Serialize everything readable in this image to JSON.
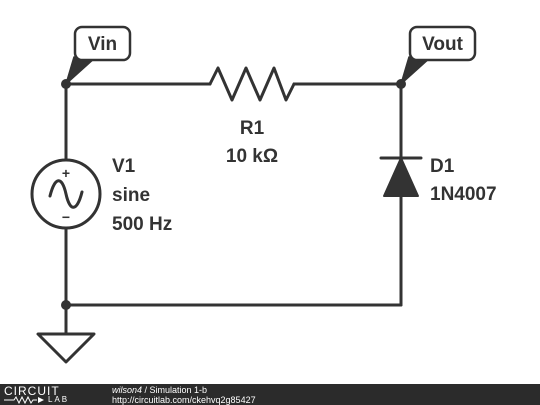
{
  "tags": {
    "vin": "Vin",
    "vout": "Vout"
  },
  "resistor": {
    "name": "R1",
    "value": "10 kΩ"
  },
  "source": {
    "name": "V1",
    "type": "sine",
    "freq": "500 Hz",
    "plus": "+",
    "minus": "−"
  },
  "diode": {
    "name": "D1",
    "model": "1N4007"
  },
  "footer": {
    "logo_top": "CIRCUIT",
    "logo_bottom": "LAB",
    "author": "wilson4",
    "separator": " / ",
    "title": "Simulation 1-b",
    "url": "http://circuitlab.com/ckehvq2g85427"
  },
  "colors": {
    "ink": "#333333",
    "footer_bg": "#2b2b2b"
  }
}
